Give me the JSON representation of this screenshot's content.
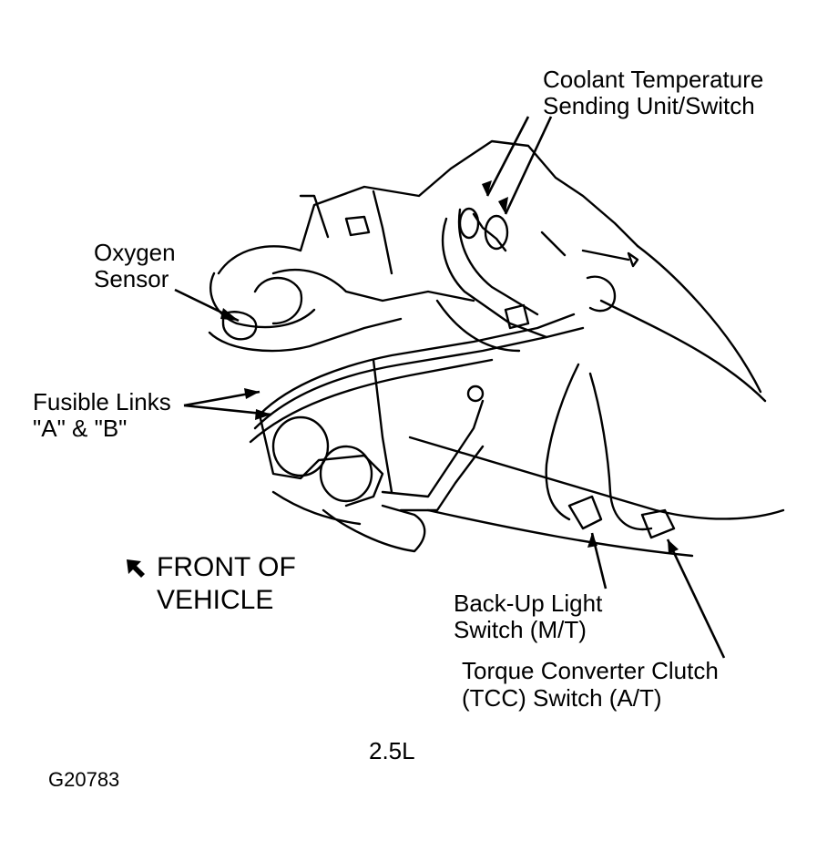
{
  "labels": {
    "coolant_line1": "Coolant Temperature",
    "coolant_line2": "Sending Unit/Switch",
    "oxygen_line1": "Oxygen",
    "oxygen_line2": "Sensor",
    "fusible_line1": "Fusible Links",
    "fusible_line2": "\"A\" & \"B\"",
    "front_line1": "FRONT OF",
    "front_line2": "VEHICLE",
    "backup_line1": "Back-Up Light",
    "backup_line2": "Switch (M/T)",
    "tcc_line1": "Torque Converter Clutch",
    "tcc_line2": "(TCC) Switch (A/T)",
    "engine": "2.5L",
    "figure_id": "G20783"
  },
  "colors": {
    "ink": "#000000",
    "paper": "#ffffff"
  },
  "icons": {
    "front_arrow": "arrow-up-left-icon"
  }
}
